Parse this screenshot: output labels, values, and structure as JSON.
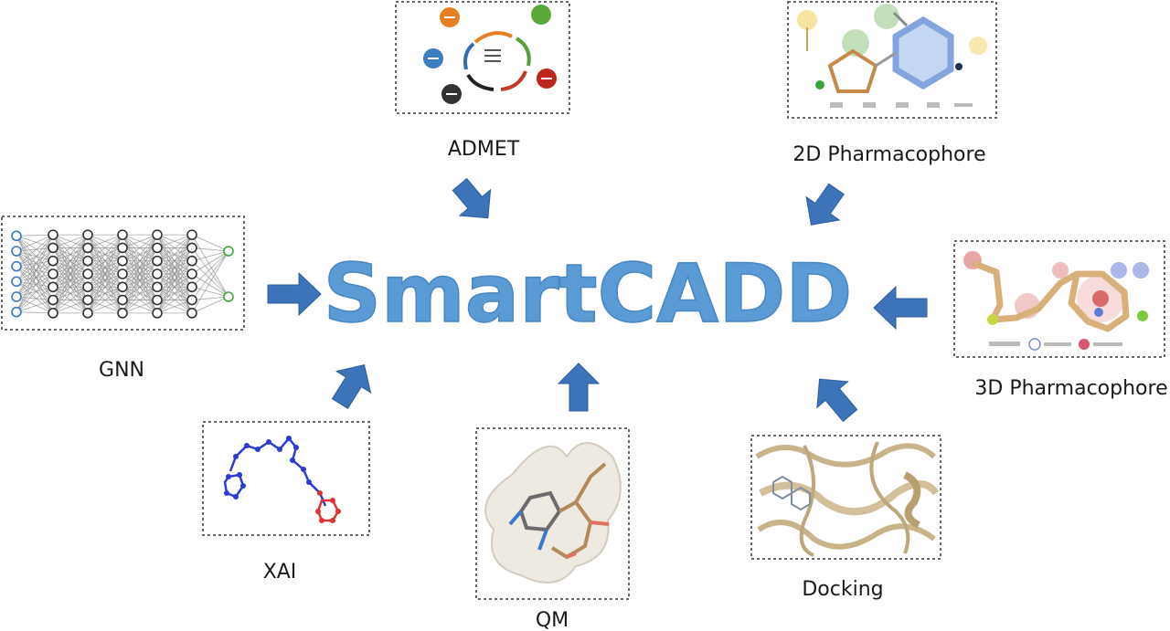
{
  "title": "SmartCADD",
  "modules": {
    "admet": "ADMET",
    "pharma2d": "2D Pharmacophore",
    "gnn": "GNN",
    "pharma3d": "3D Pharmacophore",
    "xai": "XAI",
    "qm": "QM",
    "docking": "Docking"
  },
  "colors": {
    "title": "#5b9bd5",
    "arrow": "#3d73b9",
    "panel_border": "#555555"
  },
  "icons": {
    "admet": "admet-cycle-icon",
    "pharma2d": "pharmacophore-2d-icon",
    "gnn": "neural-network-icon",
    "pharma3d": "pharmacophore-3d-icon",
    "xai": "molecule-graph-icon",
    "qm": "molecular-surface-icon",
    "docking": "protein-docking-icon"
  }
}
